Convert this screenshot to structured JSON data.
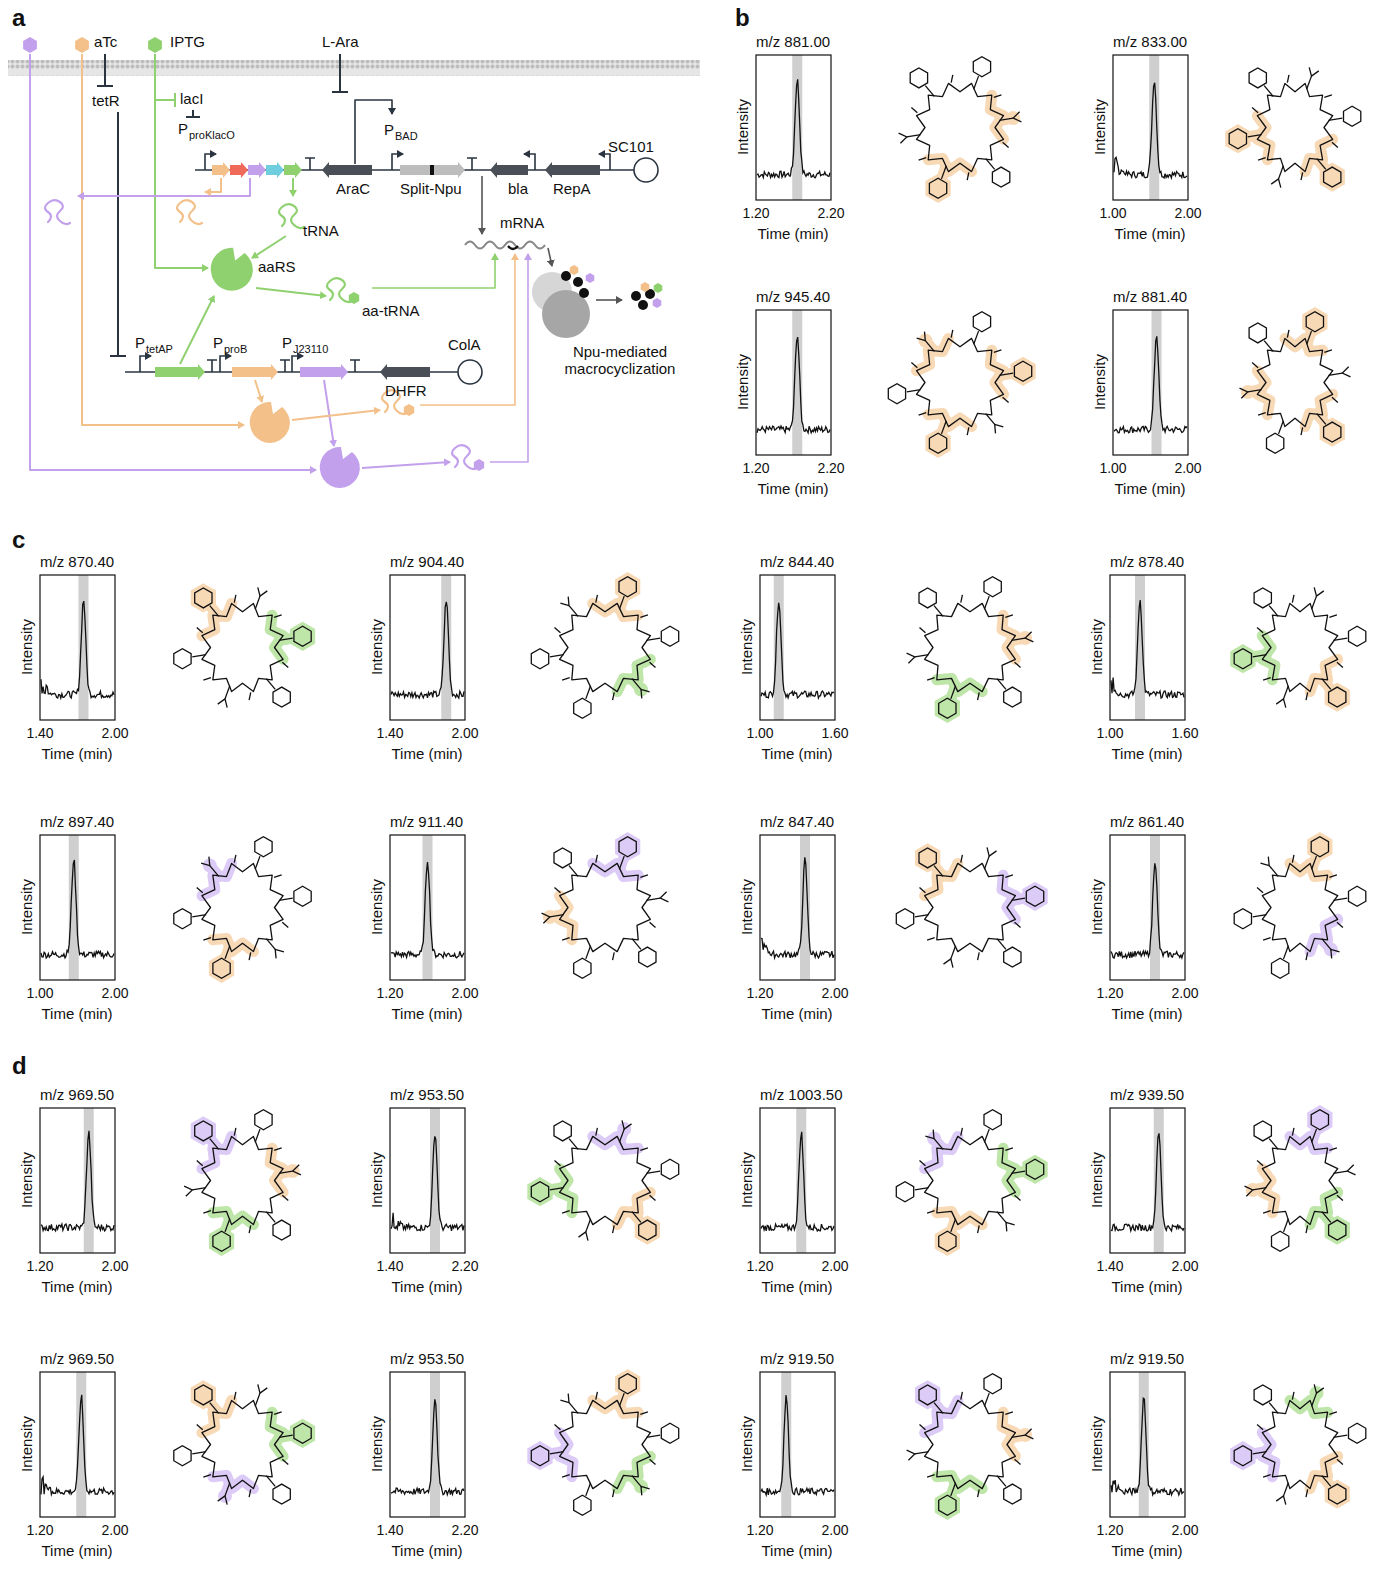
{
  "diagram": {
    "labels": [
      "a",
      "aTc",
      "IPTG",
      "L-Ara",
      "tetR",
      "lacI",
      "P",
      "proKlacO",
      "AraC",
      "P",
      "BAD",
      "Split-Npu",
      "bla",
      "RepA",
      "SC101",
      "tRNA",
      "mRNA",
      "aaRS",
      "aa-tRNA",
      "P",
      "tetAP",
      "P",
      "proB",
      "P",
      "J23110",
      "ColA",
      "DHFR",
      "Npu-mediated macrocyclization",
      "b",
      "m/z 881.00",
      "Intensity",
      "1.20",
      "2.20",
      "Time (min)",
      "m/z 833.00",
      "Intensity",
      "1.00",
      "2.00",
      "Time (min)",
      "m/z 945.40",
      "Intensity",
      "1.20",
      "2.20",
      "Time (min)",
      "m/z 881.40",
      "Intensity",
      "1.00",
      "2.00",
      "Time (min)",
      "c",
      "m/z 870.40",
      "Intensity",
      "1.40",
      "2.00",
      "Time (min)",
      "m/z 904.40",
      "Intensity",
      "1.40",
      "2.00",
      "Time (min)",
      "m/z 844.40",
      "Intensity",
      "1.00",
      "1.60",
      "Time (min)",
      "m/z 878.40",
      "Intensity",
      "1.00",
      "1.60",
      "Time (min)",
      "m/z 897.40",
      "Intensity",
      "1.00",
      "2.00",
      "Time (min)",
      "m/z 911.40",
      "Intensity",
      "1.20",
      "2.00",
      "Time (min)",
      "m/z 847.40",
      "Intensity",
      "1.20",
      "2.00",
      "Time (min)",
      "m/z 861.40",
      "Intensity",
      "1.20",
      "2.00",
      "Time (min)",
      "d",
      "m/z 969.50",
      "Intensity",
      "1.20",
      "2.00",
      "Time (min)",
      "m/z 953.50",
      "Intensity",
      "1.40",
      "2.20",
      "Time (min)",
      "m/z 1003.50",
      "Intensity",
      "1.20",
      "2.00",
      "Time (min)",
      "m/z 939.50",
      "Intensity",
      "1.40",
      "2.00",
      "Time (min)",
      "m/z 969.50",
      "Intensity",
      "1.20",
      "2.00",
      "Time (min)",
      "m/z 953.50",
      "Intensity",
      "1.40",
      "2.20",
      "Time (min)",
      "m/z 919.50",
      "Intensity",
      "1.20",
      "2.00",
      "Time (min)",
      "m/z 919.50",
      "Intensity",
      "1.20",
      "2.00",
      "Time (min)"
    ]
  }
}
